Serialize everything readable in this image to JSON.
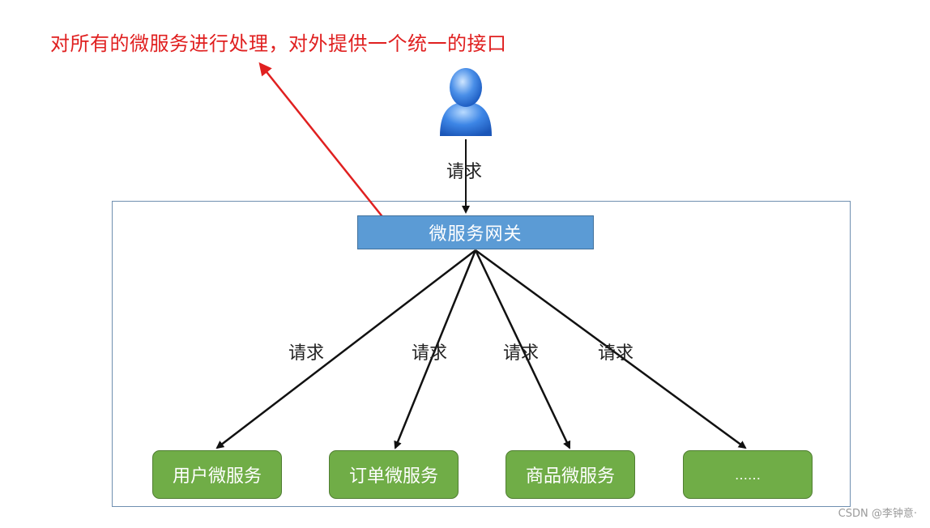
{
  "annotation": "对所有的微服务进行处理，对外提供一个统一的接口",
  "gateway_label": "微服务网关",
  "request_label": "请求",
  "services": [
    "用户微服务",
    "订单微服务",
    "商品微服务",
    "……"
  ],
  "watermark": "CSDN @李钟意·",
  "colors": {
    "annotation_red": "#e02020",
    "gateway_blue": "#5b9bd5",
    "service_green": "#70ad47",
    "frame_border": "#6f8fb0"
  },
  "icons": [
    "user-icon"
  ]
}
